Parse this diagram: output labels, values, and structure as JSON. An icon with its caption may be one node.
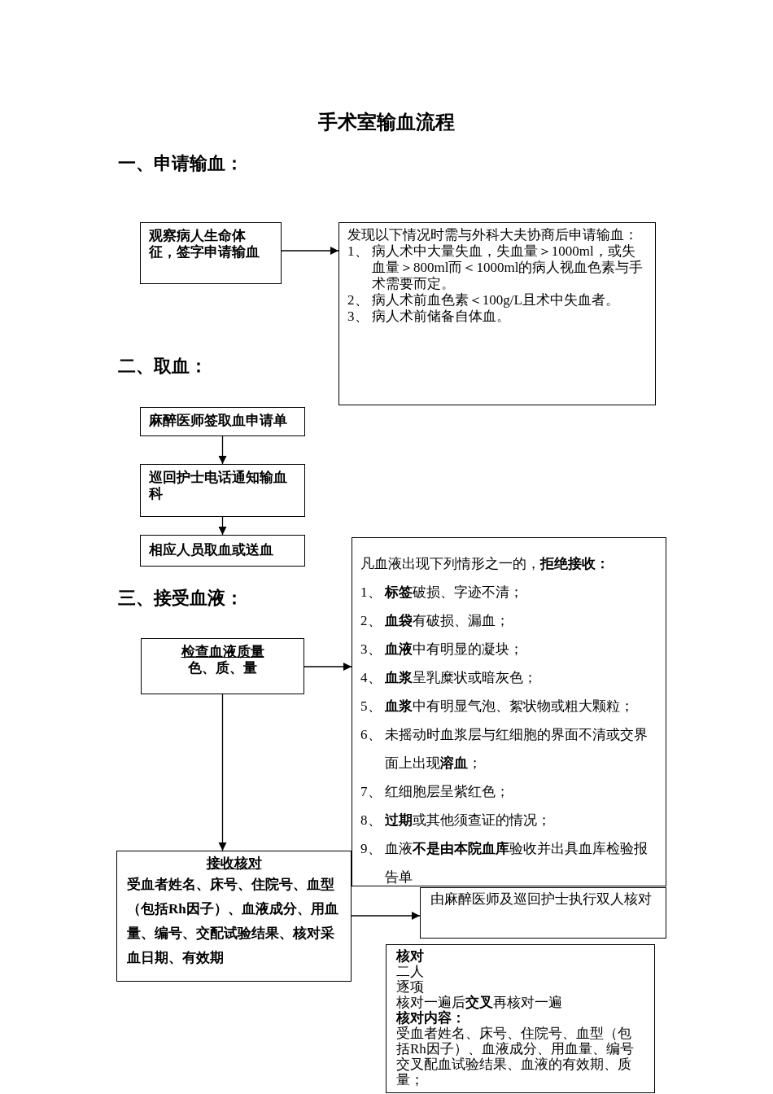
{
  "diagram": {
    "title": "手术室输血流程",
    "nodes": [
      {
        "text": [
          "观察病人生命体征，签字申请输血"
        ]
      },
      {
        "text": [
          "发现以下情况时需与外科大夫协商后申请输血：",
          "1、 病人术中大量失血，失血量＞1000ml，或失血量＞800ml而＜1000ml的病人视血色素与手术需要而定。",
          "2、 病人术前血色素＜100g/L且术中失血者。",
          "3、 病人术前储备自体血。"
        ]
      },
      {
        "text": [
          "麻醉医师签取血申请单"
        ]
      },
      {
        "text": [
          "巡回护士电话通知输血科"
        ]
      },
      {
        "text": [
          "相应人员取血或送血"
        ]
      },
      {
        "text": [
          "检查血液质量",
          "色、质、量"
        ]
      },
      {
        "text": [
          "凡血液出现下列情形之一的，**拒绝接收：**",
          "1、 **标签**破损、字迹不清；",
          "2、 **血袋**有破损、漏血；",
          "3、 **血液**中有明显的凝块；",
          "4、 **血浆**呈乳糜状或暗灰色；",
          "5、 **血浆**中有明显气泡、絮状物或粗大颗粒；",
          "6、 未摇动时血浆层与红细胞的界面不清或交界面上出现**溶血**；",
          "7、 红细胞层呈紫红色；",
          "8、 **过期**或其他须查证的情况；",
          "9、 血液**不是由本院血库**验收并出具血库检验报告单"
        ]
      },
      {
        "text": [
          "接收核对",
          "受血者姓名、床号、住院号、血型（包括Rh因子）、血液成分、用血量、编号、交配试验结果、核对采血日期、有效期"
        ]
      },
      {
        "text": [
          "核对",
          "二人",
          "逐项",
          "核对一遍后**交叉**再核对一遍",
          "核对内容：",
          "受血者姓名、床号、住院号、血型（包括Rh因子）、血液成分、用血量、编号交叉配血试验结果、血液的有效期、质量；"
        ]
      },
      {
        "text": [
          "由麻醉医师及巡回护士执行双人核对"
        ]
      }
    ],
    "edges": [
      {
        "from": 0,
        "to": 1,
        "arrow": "to"
      },
      {
        "from": 2,
        "to": 3,
        "arrow": "to"
      },
      {
        "from": 3,
        "to": 4,
        "arrow": "to"
      },
      {
        "from": 5,
        "to": 6,
        "arrow": "to"
      },
      {
        "from": 5,
        "to": 7,
        "arrow": "to"
      },
      {
        "from": 7,
        "to": 9,
        "arrow": "to"
      }
    ],
    "labels": [
      "一、申请输血：",
      "二、取血：",
      "三、接受血液："
    ]
  }
}
